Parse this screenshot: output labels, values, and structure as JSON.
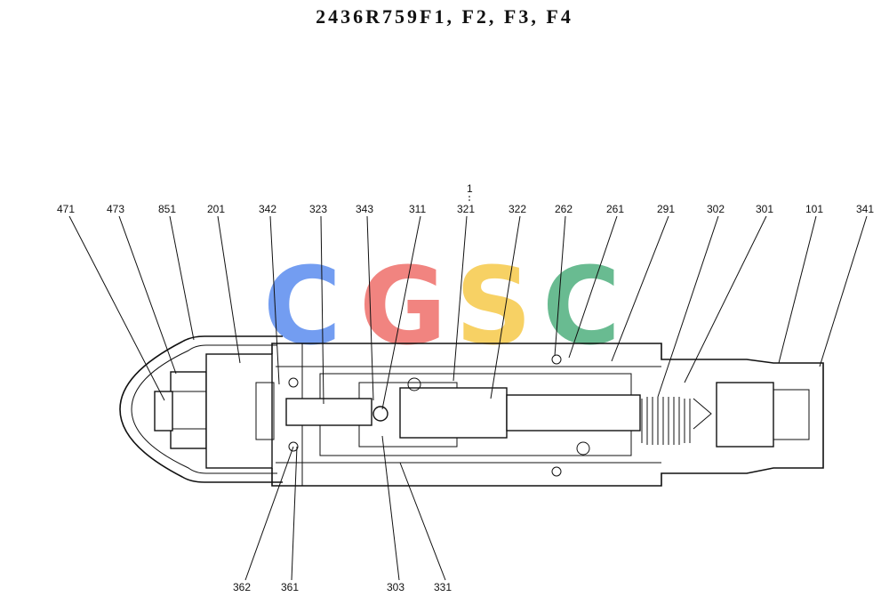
{
  "title": "2436R759F1, F2, F3, F4",
  "watermark": {
    "letters": [
      "C",
      "G",
      "S",
      "C"
    ],
    "colors": [
      "#5b8def",
      "#ef6f6a",
      "#f6c94a",
      "#4fb07e"
    ]
  },
  "top_labels": [
    "471",
    "473",
    "851",
    "201",
    "342",
    "323",
    "343",
    "311",
    "321",
    "322",
    "262",
    "261",
    "291",
    "302",
    "301",
    "101",
    "341"
  ],
  "top_marker": "1",
  "bottom_labels": [
    "362",
    "361",
    "303",
    "331"
  ]
}
